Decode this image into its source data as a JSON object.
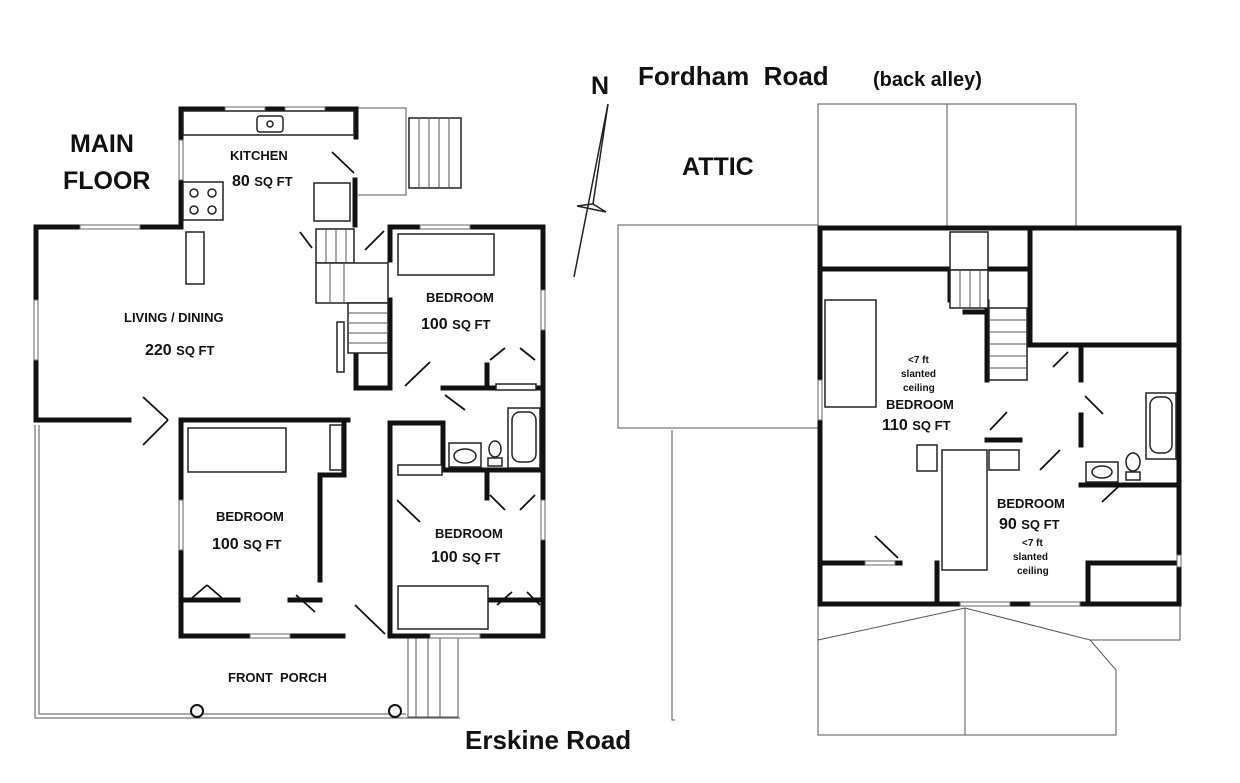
{
  "titles": {
    "main_floor_line1": "MAIN",
    "main_floor_line2": "FLOOR",
    "attic": "ATTIC",
    "north": "N"
  },
  "roads": {
    "north_road": "Fordham  Road",
    "north_road_note": "(back alley)",
    "south_road": "Erskine Road"
  },
  "main_floor": {
    "kitchen": {
      "name": "KITCHEN",
      "area_num": "80",
      "area_unit": "SQ FT"
    },
    "living": {
      "name": "LIVING / DINING",
      "area_num": "220",
      "area_unit": "SQ FT"
    },
    "bedroom_ne": {
      "name": "BEDROOM",
      "area_num": "100",
      "area_unit": "SQ FT"
    },
    "bedroom_sw": {
      "name": "BEDROOM",
      "area_num": "100",
      "area_unit": "SQ FT"
    },
    "bedroom_se": {
      "name": "BEDROOM",
      "area_num": "100",
      "area_unit": "SQ FT"
    },
    "porch": "FRONT  PORCH"
  },
  "attic_floor": {
    "bedroom_w": {
      "note_line1": "<7 ft",
      "note_line2": "slanted",
      "note_line3": "ceiling",
      "name": "BEDROOM",
      "area_num": "110",
      "area_unit": "SQ FT"
    },
    "bedroom_e": {
      "name": "BEDROOM",
      "area_num": "90",
      "area_unit": "SQ FT",
      "note_line1": "<7 ft",
      "note_line2": "slanted",
      "note_line3": "ceiling"
    }
  }
}
